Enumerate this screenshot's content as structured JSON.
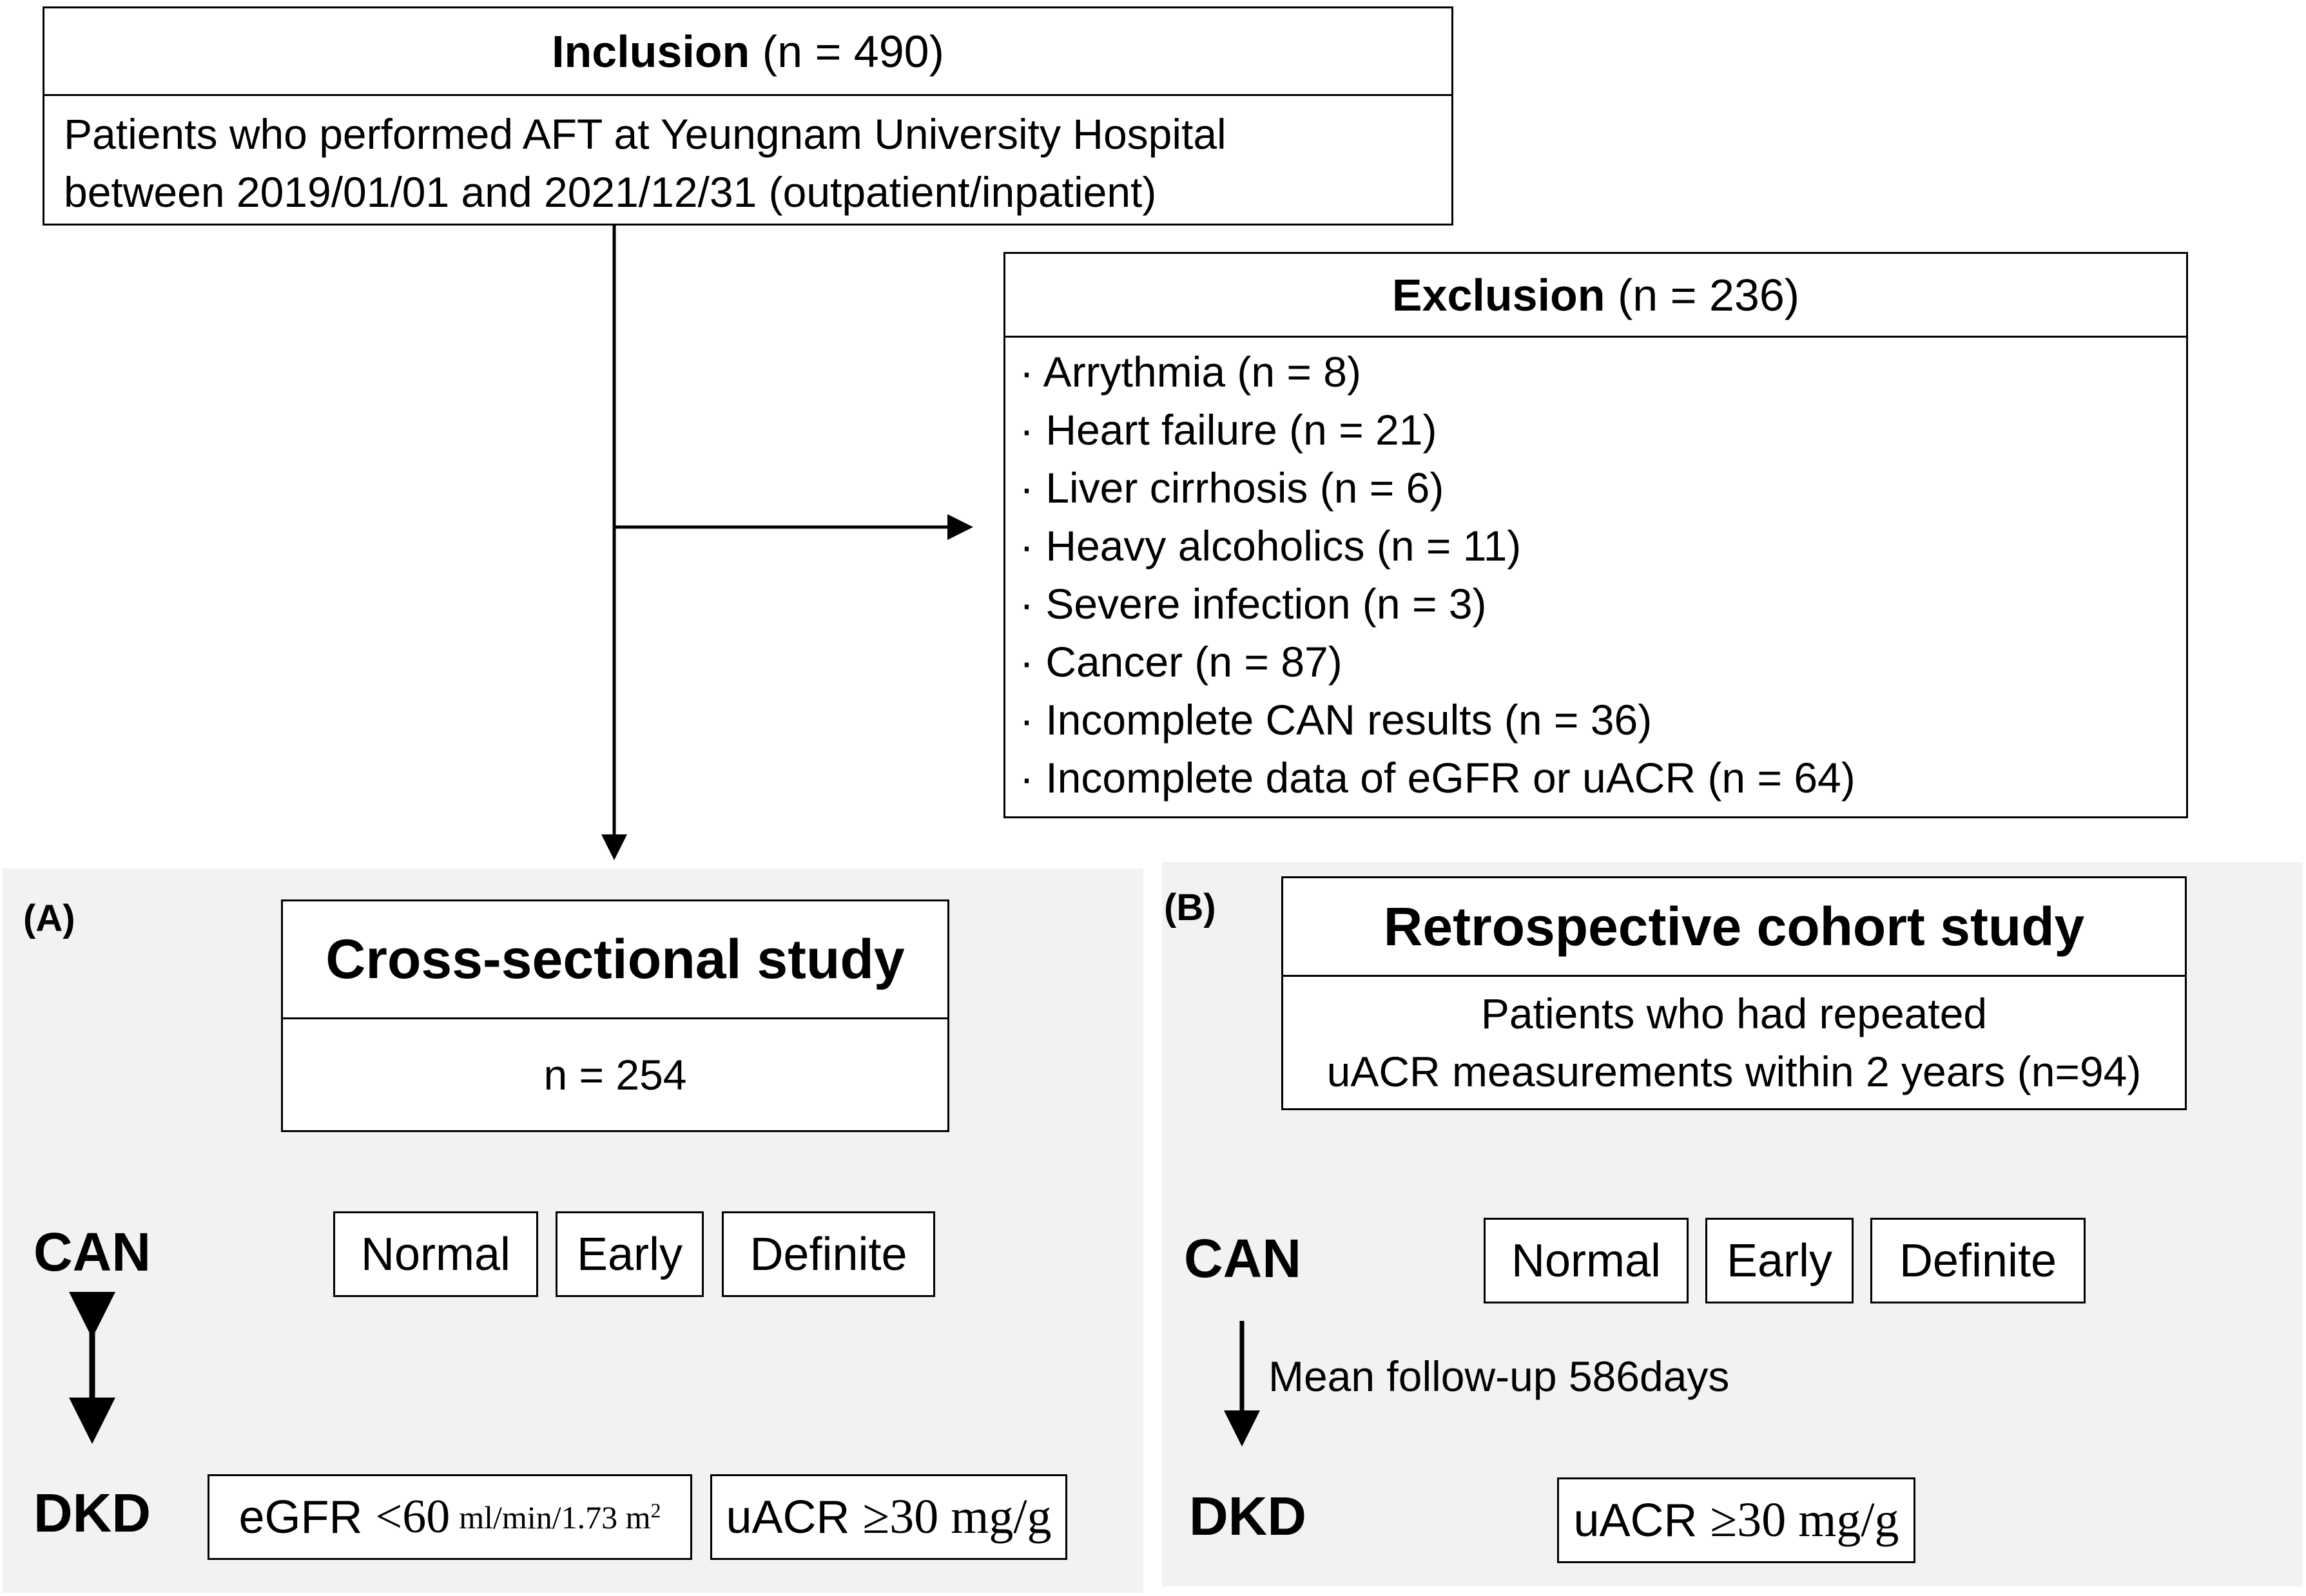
{
  "inclusion": {
    "title_bold": "Inclusion",
    "title_rest": " (n = 490)",
    "desc_line1": "Patients who performed AFT at Yeungnam University Hospital",
    "desc_line2": "between 2019/01/01 and 2021/12/31 (outpatient/inpatient)"
  },
  "exclusion": {
    "title_bold": "Exclusion",
    "title_rest": " (n = 236)",
    "items": [
      "· Arrythmia (n = 8)",
      "· Heart failure (n = 21)",
      "· Liver cirrhosis (n = 6)",
      "· Heavy alcoholics (n = 11)",
      "· Severe infection (n = 3)",
      "· Cancer (n = 87)",
      "· Incomplete CAN results (n = 36)",
      "· Incomplete data of eGFR or uACR (n = 64)"
    ]
  },
  "panel_a": {
    "label": "(A)",
    "study_title": "Cross-sectional study",
    "study_n": "n = 254",
    "can_label": "CAN",
    "dkd_label": "DKD",
    "can_categories": [
      "Normal",
      "Early",
      "Definite"
    ],
    "egfr_prefix": "eGFR ",
    "egfr_value": "<60",
    "egfr_unit": "ml/min/1.73 m",
    "egfr_sup": "2",
    "uacr_prefix": "uACR ",
    "uacr_value": "≥30 mg/g"
  },
  "panel_b": {
    "label": "(B)",
    "study_title": "Retrospective cohort study",
    "desc_line1": "Patients who had repeated",
    "desc_line2": "uACR measurements within 2 years (n=94)",
    "can_label": "CAN",
    "dkd_label": "DKD",
    "can_categories": [
      "Normal",
      "Early",
      "Definite"
    ],
    "followup": "Mean follow-up 586days",
    "uacr_prefix": "uACR ",
    "uacr_value": "≥30 mg/g"
  }
}
